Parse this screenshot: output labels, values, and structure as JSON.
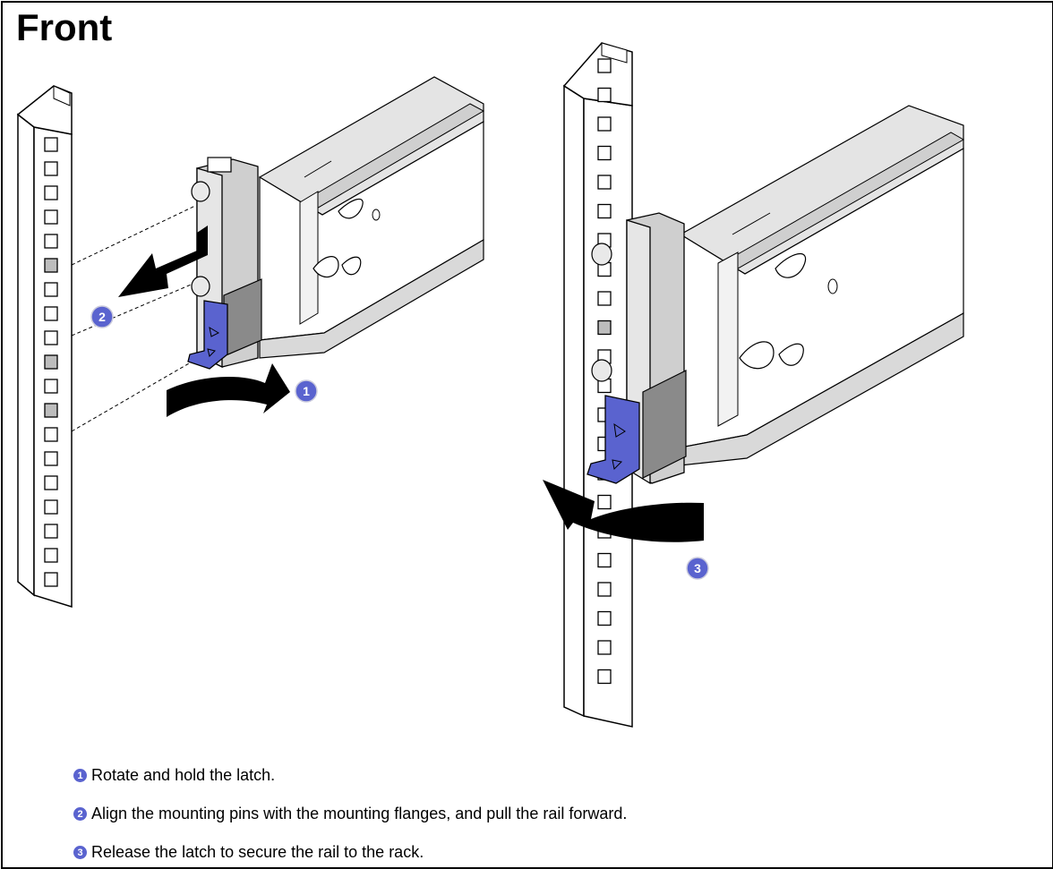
{
  "title": "Front",
  "callouts": {
    "c1": "1",
    "c2": "2",
    "c3": "3"
  },
  "steps": [
    {
      "num": "1",
      "text": "Rotate and hold the latch."
    },
    {
      "num": "2",
      "text": "Align the mounting pins with the mounting flanges, and pull the rail forward."
    },
    {
      "num": "3",
      "text": "Release the latch to secure the rail to the rack."
    }
  ],
  "colors": {
    "latch": "#5a63cf",
    "rail": "#d9d9d9",
    "dark": "#111111"
  }
}
